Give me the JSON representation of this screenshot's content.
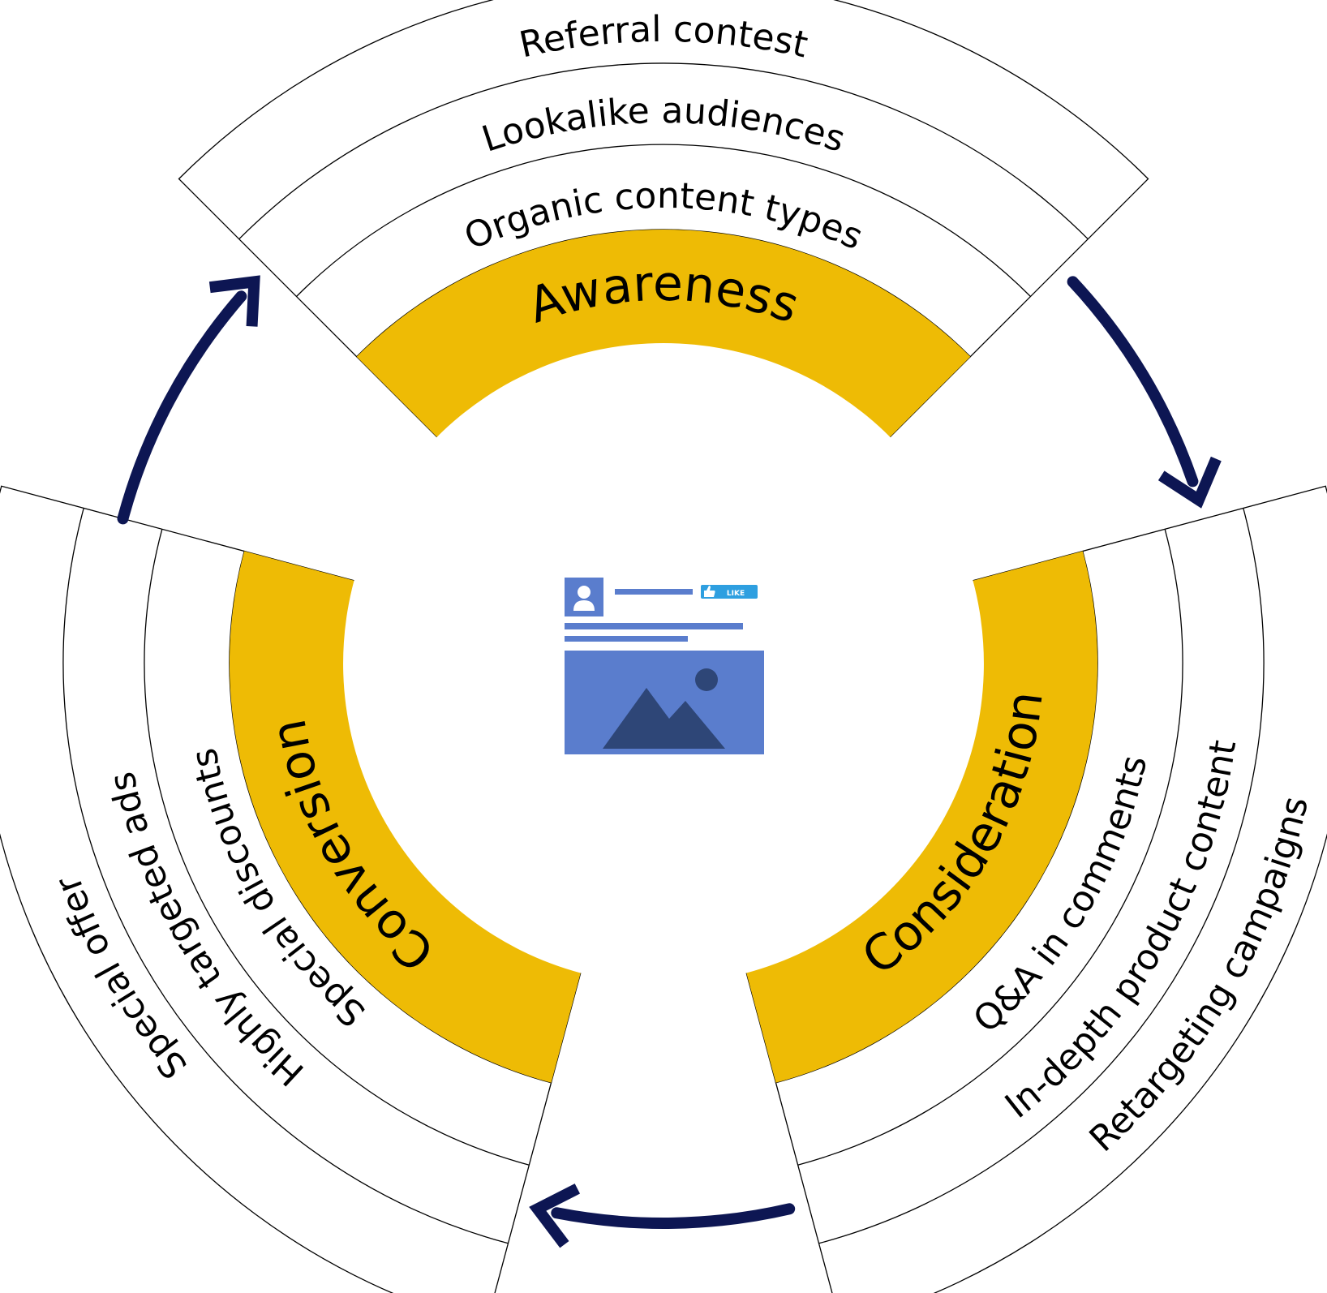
{
  "diagram": {
    "stages": [
      {
        "name": "Awareness",
        "tactics": [
          "Organic content types",
          "Lookalike audiences",
          "Referral contest"
        ]
      },
      {
        "name": "Consideration",
        "tactics": [
          "Q&A in comments",
          "In-depth product content",
          "Retargeting campaigns"
        ]
      },
      {
        "name": "Conversion",
        "tactics": [
          "Special discounts",
          "Highly targeted ads",
          "Special offer"
        ]
      }
    ],
    "center_icon": {
      "name": "social-post-icon",
      "like_label": "LIKE"
    },
    "colors": {
      "stage_band": "#EEBB05",
      "arrow": "#0D1653",
      "outline": "#000000",
      "post_blue": "#5A7DCD",
      "mountain": "#2E4677",
      "like_button": "#2E9FE0"
    }
  }
}
